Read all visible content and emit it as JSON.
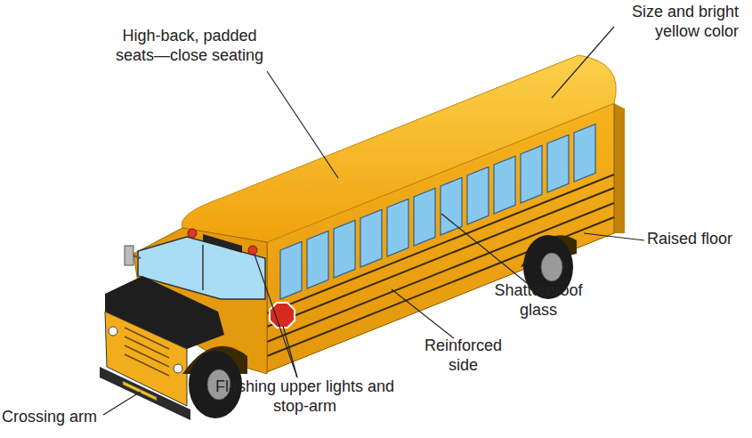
{
  "diagram": {
    "labels": [
      "High-back, padded seats—close seating",
      "Size and bright yellow color",
      "Raised floor",
      "Shatterproof glass",
      "Reinforced side",
      "Flashing upper lights and stop-arm",
      "Crossing arm"
    ]
  }
}
